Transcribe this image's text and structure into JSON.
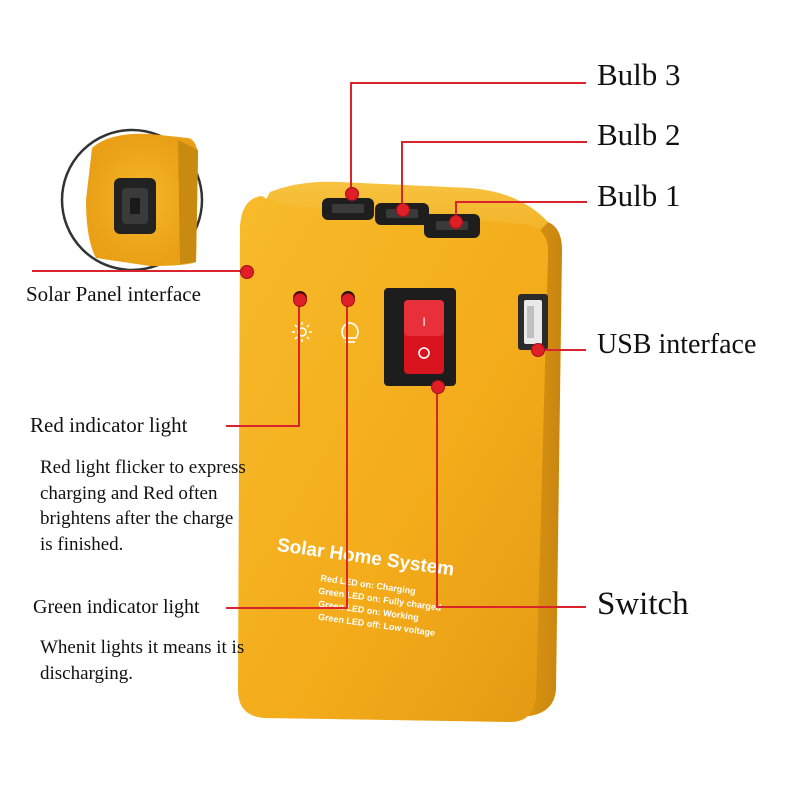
{
  "labels": {
    "bulb3": "Bulb 3",
    "bulb2": "Bulb 2",
    "bulb1": "Bulb 1",
    "solar_panel": "Solar Panel interface",
    "usb": "USB interface",
    "red_indicator": "Red indicator light",
    "red_description": "Red light flicker to express charging and Red often brightens after the charge is finished.",
    "green_indicator": "Green indicator light",
    "green_description": "Whenit lights it means it is discharging.",
    "switch": "Switch"
  },
  "device": {
    "title": "Solar Home System",
    "legend": [
      "Red LED on: Charging",
      "Green LED on: Fully charged",
      "Green LED on: Working",
      "Green LED off: Low voltage"
    ],
    "switch_marks": [
      "I",
      "O"
    ]
  },
  "colors": {
    "body": "#f5b01c",
    "body_shadow": "#c4820f",
    "leader_line": "#d9232d",
    "dot": "#e01e28",
    "switch_red": "#d8141e"
  },
  "icons": [
    "sun-icon",
    "bulb-icon",
    "usb-port-icon",
    "dc-jack-icon"
  ]
}
